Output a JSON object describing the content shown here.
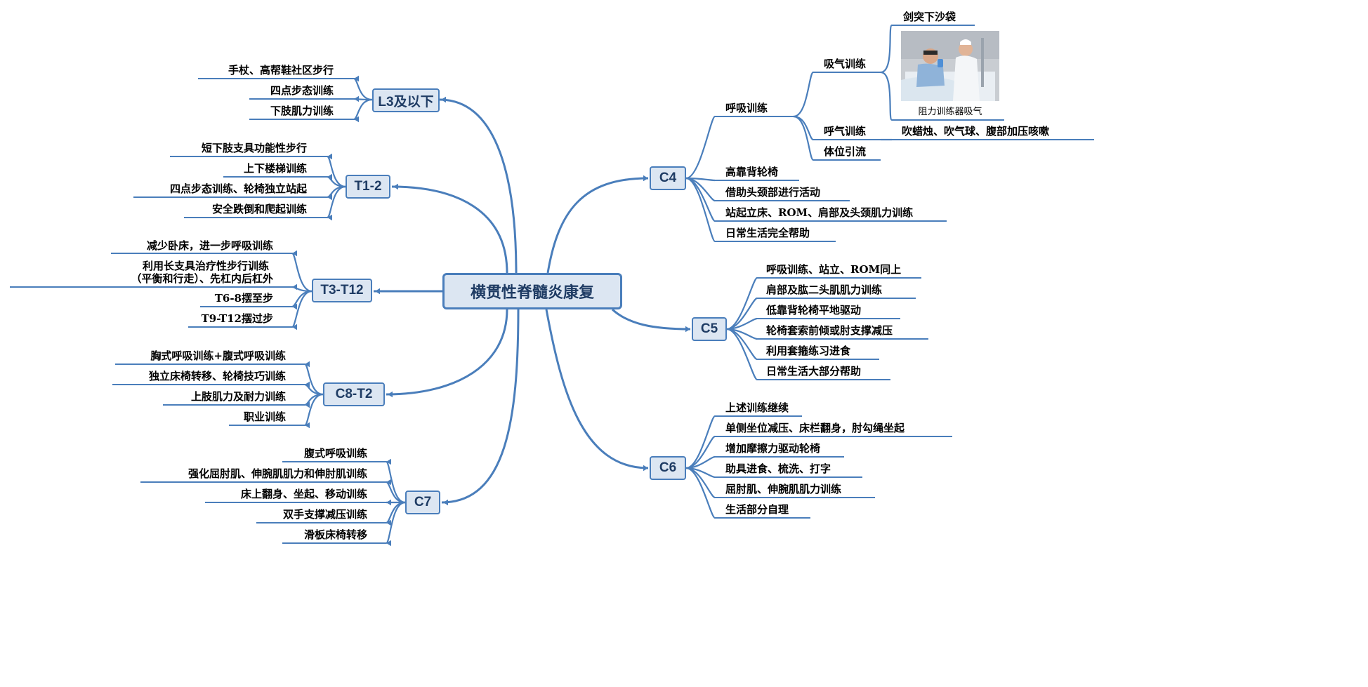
{
  "root": "横贯性脊髓炎康复",
  "left": [
    {
      "id": "L3",
      "label": "L3及以下",
      "items": [
        "手杖、高帮鞋社区步行",
        "四点步态训练",
        "下肢肌力训练"
      ]
    },
    {
      "id": "T12",
      "label": "T1-2",
      "items": [
        "短下肢支具功能性步行",
        "上下楼梯训练",
        "四点步态训练、轮椅独立站起",
        "安全跌倒和爬起训练"
      ]
    },
    {
      "id": "T312",
      "label": "T3-T12",
      "items": [
        "减少卧床，进一步呼吸训练",
        "利用长支具治疗性步行训练",
        "（平衡和行走）、先杠内后杠外",
        "T6-8摆至步",
        "T9-T12摆过步"
      ]
    },
    {
      "id": "C8",
      "label": "C8-T2",
      "items": [
        "胸式呼吸训练+腹式呼吸训练",
        "独立床椅转移、轮椅技巧训练",
        "上肢肌力及耐力训练",
        "职业训练"
      ]
    },
    {
      "id": "C7",
      "label": "C7",
      "items": [
        "腹式呼吸训练",
        "强化屈肘肌、伸腕肌肌力和伸肘肌训练",
        "床上翻身、坐起、移动训练",
        "双手支撑减压训练",
        "滑板床椅转移"
      ]
    }
  ],
  "right": [
    {
      "id": "C4",
      "label": "C4",
      "items": [
        "呼吸训练",
        "高靠背轮椅",
        "借助头颈部进行活动",
        "站起立床、ROM、肩部及头颈肌力训练",
        "日常生活完全帮助"
      ],
      "breathing": {
        "inhale": "吸气训练",
        "sandbag": "剑突下沙袋",
        "photo_caption": "阻力训练器吸气",
        "exhale": "呼气训练",
        "exhale_detail": "吹蜡烛、吹气球、腹部加压咳嗽",
        "drainage": "体位引流"
      }
    },
    {
      "id": "C5",
      "label": "C5",
      "items": [
        "呼吸训练、站立、ROM同上",
        "肩部及肱二头肌肌力训练",
        "低靠背轮椅平地驱动",
        "轮椅套索前倾或肘支撑减压",
        "利用套箍练习进食",
        "日常生活大部分帮助"
      ]
    },
    {
      "id": "C6",
      "label": "C6",
      "items": [
        "上述训练继续",
        "单侧坐位减压、床栏翻身，肘勾绳坐起",
        "增加摩擦力驱动轮椅",
        "助具进食、梳洗、打字",
        "屈肘肌、伸腕肌肌力训练",
        "生活部分自理"
      ]
    }
  ],
  "colors": {
    "line": "#4a7ebb",
    "box_fill": "#dce6f2",
    "text": "#000000"
  }
}
